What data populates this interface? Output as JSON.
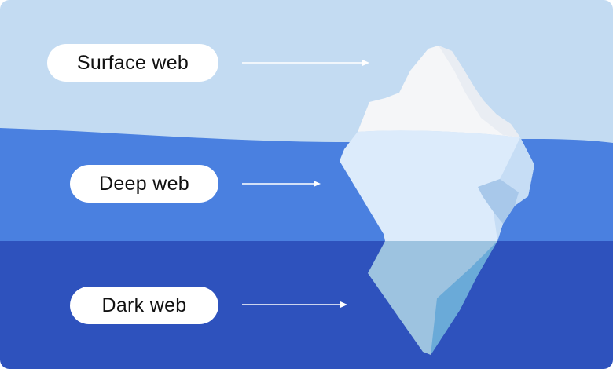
{
  "layers": [
    {
      "id": "surface",
      "label": "Surface web"
    },
    {
      "id": "deep",
      "label": "Deep web"
    },
    {
      "id": "dark",
      "label": "Dark web"
    }
  ],
  "colors": {
    "sky": "#c3dbf2",
    "mid_water": "#4a80e0",
    "deep_water": "#2e52bd",
    "ice_top": "#f5f6f8",
    "ice_mid": "#dcebfb",
    "ice_under": "#9dc3e0",
    "ice_shade": "#6aaad8",
    "label_bg": "#ffffff",
    "arrow": "#ffffff"
  }
}
